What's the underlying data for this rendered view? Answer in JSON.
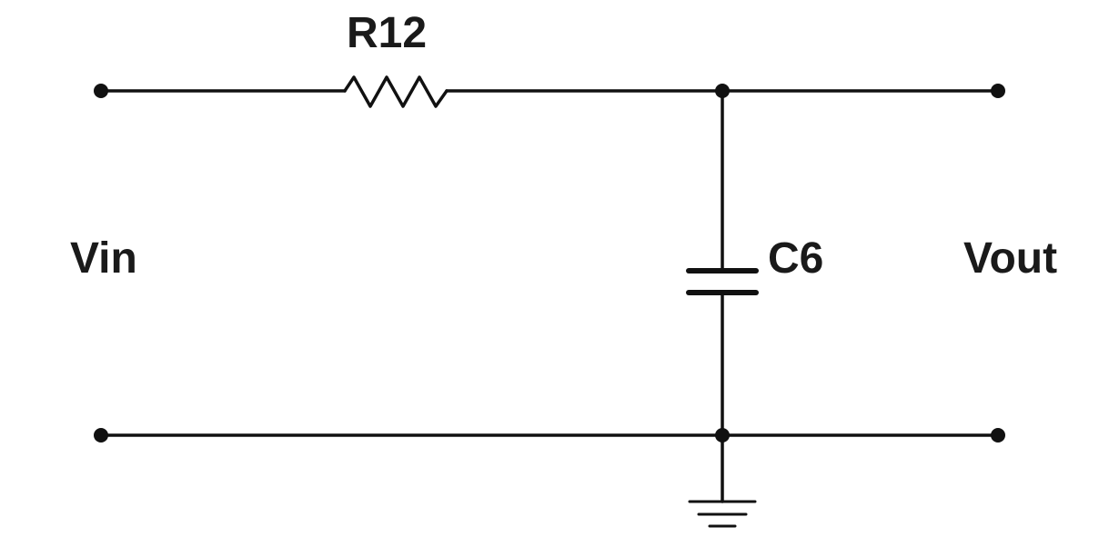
{
  "components": {
    "resistor": {
      "label": "R12"
    },
    "capacitor": {
      "label": "C6"
    }
  },
  "terminals": {
    "input_label": "Vin",
    "output_label": "Vout"
  },
  "colors": {
    "line": "#111111",
    "text": "#1a1a1a",
    "background": "#ffffff"
  }
}
